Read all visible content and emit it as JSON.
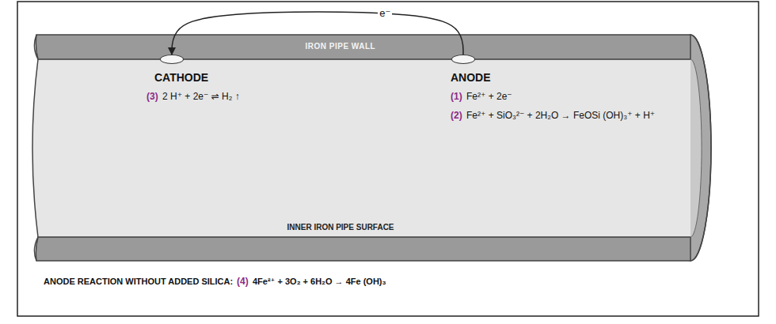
{
  "diagram": {
    "nodes": [
      {
        "text": [
          "CATHODE",
          "(3)",
          "2 H⁺ + 2e⁻ ⇌ H₂ ↑"
        ]
      },
      {
        "text": [
          "ANODE",
          "(1)",
          "Fe²⁺ + 2e⁻",
          "(2)",
          "Fe²⁺ + SiO₃²⁻ + 2H₂O → FeOSi (OH)₃⁺ + H⁺"
        ]
      }
    ],
    "edges": [
      {
        "from": 1,
        "to": 0,
        "arrow": "to",
        "label": "e⁻"
      }
    ],
    "labels": [
      "IRON PIPE WALL",
      "INNER IRON PIPE SURFACE",
      "ANODE REACTION WITHOUT ADDED SILICA:",
      "(4)",
      "4Fe²⁺ + 3O₂ + 6H₂O → 4Fe (OH)₃"
    ]
  }
}
